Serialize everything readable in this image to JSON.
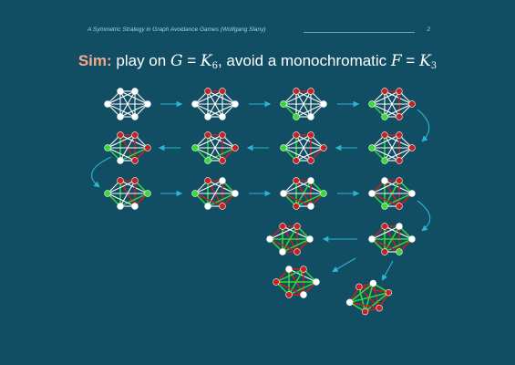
{
  "header": {
    "title": "A Symmetric Strategy in Graph Avoidance Games   (Wolfgang Slany)",
    "page_number": "2"
  },
  "slide_title": {
    "sim_label": "Sim:",
    "text_before": " play on ",
    "g_symbol": "G",
    "equals1": " = ",
    "k1": "K",
    "k1_sub": "6",
    "text_middle": ", avoid a monochromatic ",
    "f_symbol": "F",
    "equals2": " = ",
    "k2": "K",
    "k2_sub": "3"
  },
  "colors": {
    "background": "#124e63",
    "edge_uncolored": "#ffffff",
    "player_red": "#cc1f1f",
    "player_green": "#33dd33",
    "arrow": "#29b6d6",
    "title_accent": "#f2a98c"
  },
  "graph": {
    "vertex_count": 6,
    "edge_count": 15
  },
  "game_states": [
    {
      "move": 0,
      "red_edges": [],
      "green_edges": [],
      "red_vertices": [],
      "green_vertices": []
    },
    {
      "move": 1,
      "red_edges": [
        0
      ],
      "green_edges": [],
      "red_vertices": [
        0,
        1
      ],
      "green_vertices": []
    },
    {
      "move": 2,
      "red_edges": [
        0
      ],
      "green_edges": [
        14
      ],
      "red_vertices": [
        0,
        1
      ],
      "green_vertices": [
        4,
        5
      ]
    },
    {
      "move": 3,
      "red_edges": [
        0,
        6
      ],
      "green_edges": [
        14
      ],
      "red_vertices": [
        0,
        1,
        2,
        3
      ],
      "green_vertices": [
        4,
        5
      ]
    },
    {
      "move": 4,
      "red_edges": [
        0,
        6
      ],
      "green_edges": [
        14,
        3
      ],
      "red_vertices": [
        0,
        1,
        2,
        3
      ],
      "green_vertices": [
        4,
        5
      ]
    },
    {
      "move": 5,
      "red_edges": [
        0,
        6,
        9
      ],
      "green_edges": [
        14,
        3
      ],
      "red_vertices": [
        0,
        1,
        2,
        3,
        4
      ],
      "green_vertices": [
        5
      ]
    },
    {
      "move": 6,
      "red_edges": [
        0,
        6,
        9
      ],
      "green_edges": [
        14,
        3,
        10
      ],
      "red_vertices": [
        0,
        1,
        2,
        3
      ],
      "green_vertices": [
        4,
        5
      ]
    },
    {
      "move": 7,
      "red_edges": [
        0,
        6,
        9,
        2
      ],
      "green_edges": [
        14,
        3,
        10
      ],
      "red_vertices": [
        0,
        1,
        2,
        3
      ],
      "green_vertices": [
        5
      ]
    },
    {
      "move": 8,
      "red_edges": [
        0,
        6,
        9,
        2
      ],
      "green_edges": [
        14,
        3,
        10,
        5
      ],
      "red_vertices": [
        0,
        1
      ],
      "green_vertices": [
        2,
        5
      ]
    },
    {
      "move": 9,
      "red_edges": [
        0,
        6,
        9,
        2,
        13
      ],
      "green_edges": [
        14,
        3,
        10,
        5
      ],
      "red_vertices": [
        0,
        3
      ],
      "green_vertices": [
        5
      ]
    },
    {
      "move": 10,
      "red_edges": [
        0,
        6,
        9,
        2,
        13
      ],
      "green_edges": [
        14,
        3,
        10,
        5,
        7
      ],
      "red_vertices": [
        0,
        4
      ],
      "green_vertices": [
        2
      ]
    },
    {
      "move": 11,
      "red_edges": [
        0,
        6,
        9,
        2,
        13,
        4
      ],
      "green_edges": [
        14,
        3,
        10,
        5,
        7
      ],
      "red_vertices": [
        1,
        3
      ],
      "green_vertices": [
        4
      ]
    },
    {
      "move": 12,
      "red_edges": [
        0,
        6,
        9,
        2,
        13,
        4
      ],
      "green_edges": [
        14,
        3,
        10,
        5,
        7,
        11
      ],
      "red_vertices": [
        0,
        4
      ],
      "green_vertices": [
        3
      ]
    },
    {
      "move": 13,
      "red_edges": [
        0,
        6,
        9,
        2,
        13,
        4,
        12
      ],
      "green_edges": [
        14,
        3,
        10,
        5,
        7,
        11
      ],
      "red_vertices": [
        0,
        1,
        3
      ],
      "green_vertices": []
    },
    {
      "move": 14,
      "red_edges": [
        0,
        6,
        9,
        2,
        13,
        4,
        12
      ],
      "green_edges": [
        14,
        3,
        10,
        5,
        7,
        11,
        8
      ],
      "red_vertices": [
        1,
        4,
        5
      ],
      "green_vertices": []
    },
    {
      "move": 15,
      "red_edges": [
        0,
        6,
        9,
        2,
        13,
        4,
        12,
        1
      ],
      "green_edges": [
        14,
        3,
        10,
        5,
        7,
        11,
        8
      ],
      "red_vertices": [
        0,
        2,
        3,
        4
      ],
      "green_vertices": []
    }
  ]
}
